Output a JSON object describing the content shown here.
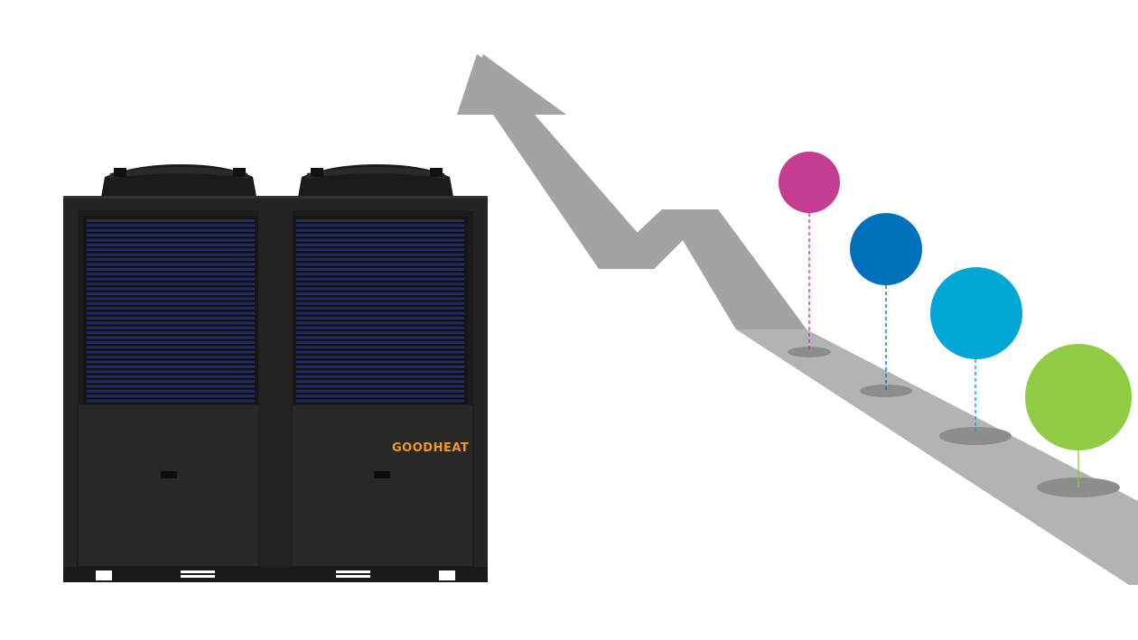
{
  "product": {
    "brand_label": "GOODHEAT",
    "brand_color": "#f39a1d",
    "body_color": "#242424",
    "grille_color": "#222a63",
    "fan_color": "#1b1b1b"
  },
  "arrow": {
    "color_light": "#a3a3a3",
    "color_dark": "#7e7e7e",
    "ground_color": "#b3b3b3",
    "shadow_color": "#8d8d8d"
  },
  "markers": [
    {
      "name": "magenta",
      "color": "#c43d93",
      "stem_color": "#c43d93"
    },
    {
      "name": "dark-blue",
      "color": "#0071bd",
      "stem_color": "#0071bd"
    },
    {
      "name": "light-blue",
      "color": "#00a6d4",
      "stem_color": "#00a6d4"
    },
    {
      "name": "green",
      "color": "#8fcc43",
      "stem_color": "#8fcc43"
    }
  ]
}
